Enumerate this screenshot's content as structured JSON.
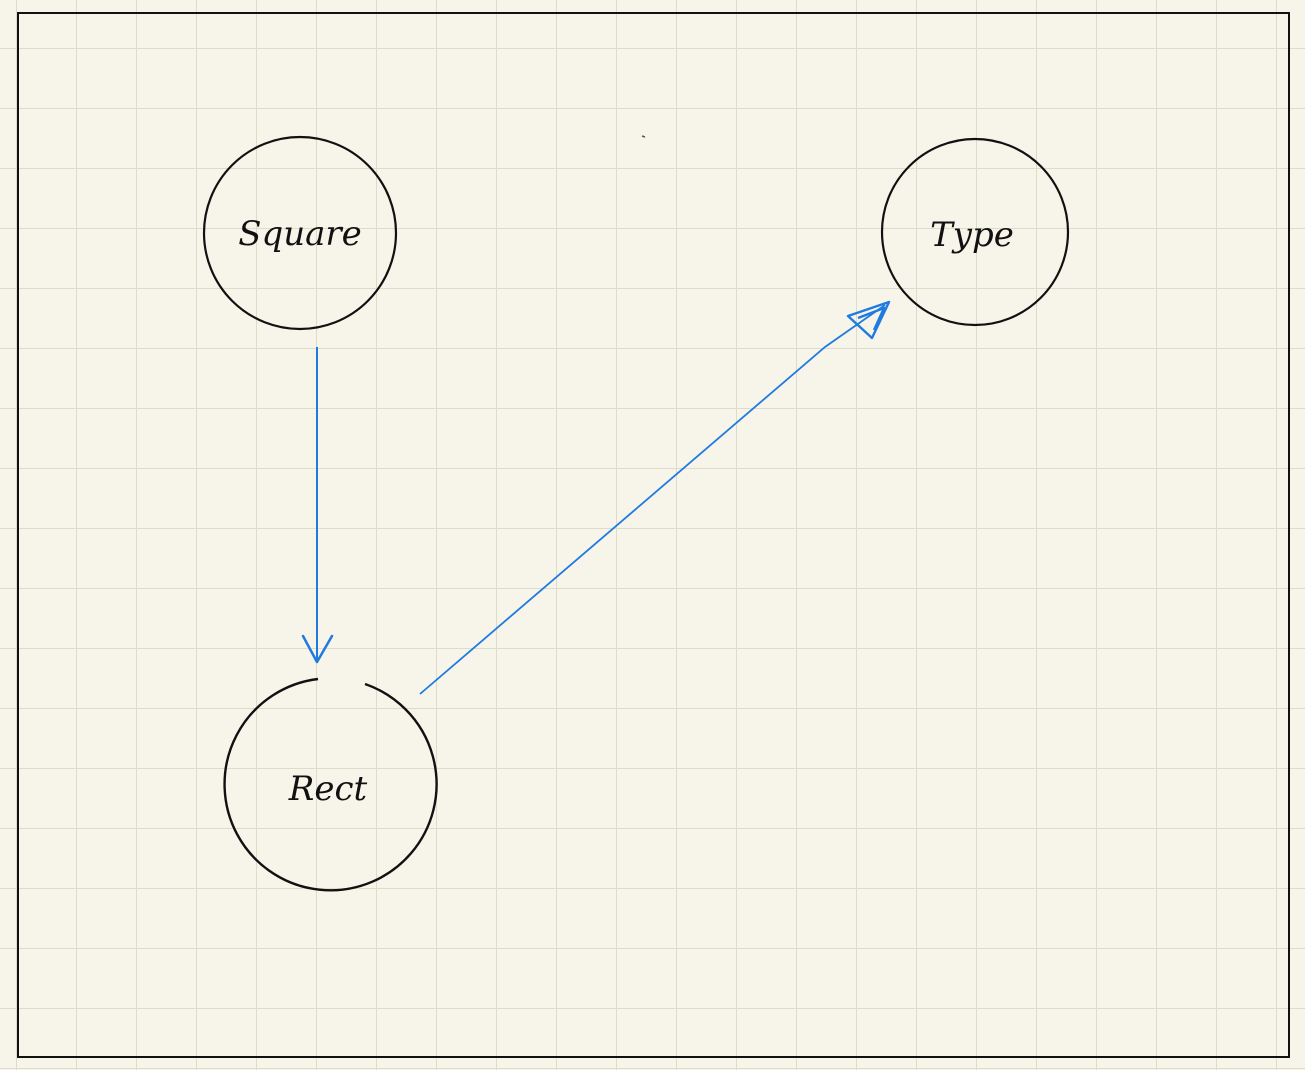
{
  "diagram": {
    "nodes": [
      {
        "id": "square",
        "label": "Square"
      },
      {
        "id": "type",
        "label": "Type"
      },
      {
        "id": "rect",
        "label": "Rect"
      }
    ],
    "edges": [
      {
        "from": "square",
        "to": "rect"
      },
      {
        "from": "rect",
        "to": "type"
      }
    ]
  },
  "colors": {
    "background": "#f7f5ea",
    "grid": "#dddccb",
    "ink": "#111111",
    "arrow": "#1f7be0"
  }
}
